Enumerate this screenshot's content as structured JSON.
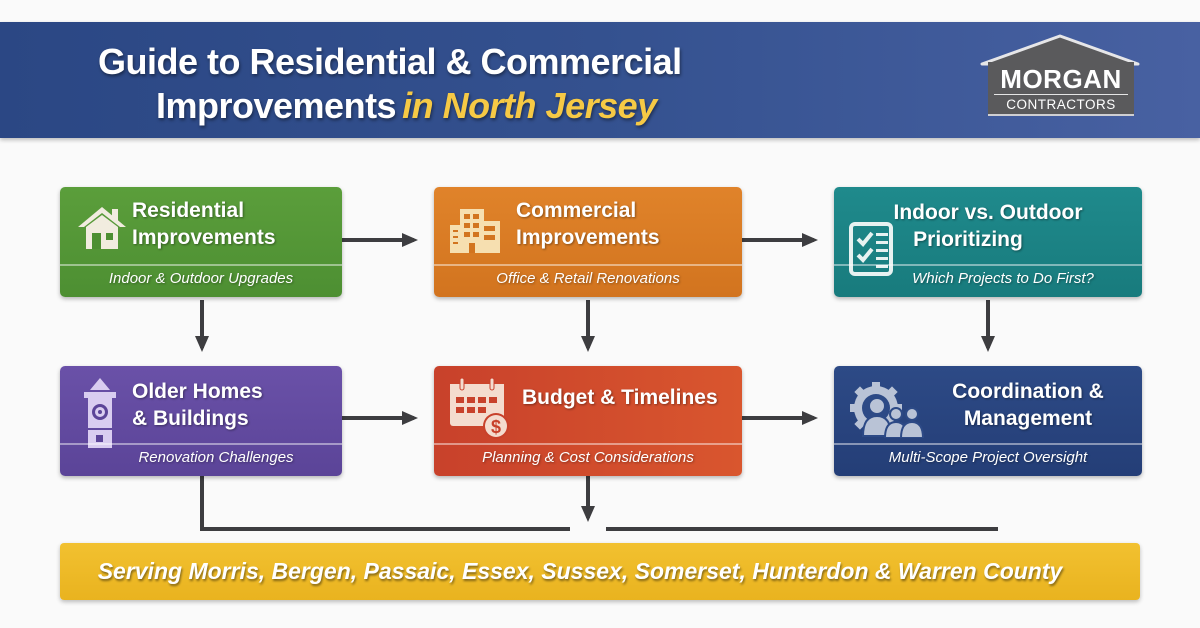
{
  "header": {
    "title_line1": "Guide to Residential & Commercial",
    "title_line2": "Improvements",
    "title_accent": "in North Jersey",
    "colors": {
      "background": "#34518f",
      "accent": "#f6c945"
    }
  },
  "logo": {
    "brand": "MORGAN",
    "subtitle": "CONTRACTORS"
  },
  "cards": [
    {
      "id": "residential",
      "icon": "house-icon",
      "title_line1": "Residential",
      "title_line2": "Improvements",
      "subtitle": "Indoor & Outdoor Upgrades",
      "color": "#5b9e3b"
    },
    {
      "id": "commercial",
      "icon": "office-building-icon",
      "title_line1": "Commercial",
      "title_line2": "Improvements",
      "subtitle": "Office & Retail Renovations",
      "color": "#e0832a"
    },
    {
      "id": "prioritizing",
      "icon": "checklist-icon",
      "title_line1": "Indoor vs. Outdoor",
      "title_line2": "Prioritizing",
      "subtitle": "Which Projects to Do First?",
      "color": "#1f8a8c"
    },
    {
      "id": "older-homes",
      "icon": "historic-tower-icon",
      "title_line1": "Older Homes",
      "title_line2": "& Buildings",
      "subtitle": "Renovation Challenges",
      "color": "#6a51a8"
    },
    {
      "id": "budget",
      "icon": "calendar-dollar-icon",
      "title_line1": "Budget & Timelines",
      "title_line2": "",
      "subtitle": "Planning & Cost Considerations",
      "color": "#c8412b"
    },
    {
      "id": "coordination",
      "icon": "gear-team-icon",
      "title_line1": "Coordination &",
      "title_line2": "Management",
      "subtitle": "Multi-Scope Project Oversight",
      "color": "#2d4a86"
    }
  ],
  "footer": {
    "text": "Serving Morris, Bergen, Passaic, Essex, Sussex, Somerset, Hunterdon & Warren County",
    "color": "#f2c130"
  }
}
